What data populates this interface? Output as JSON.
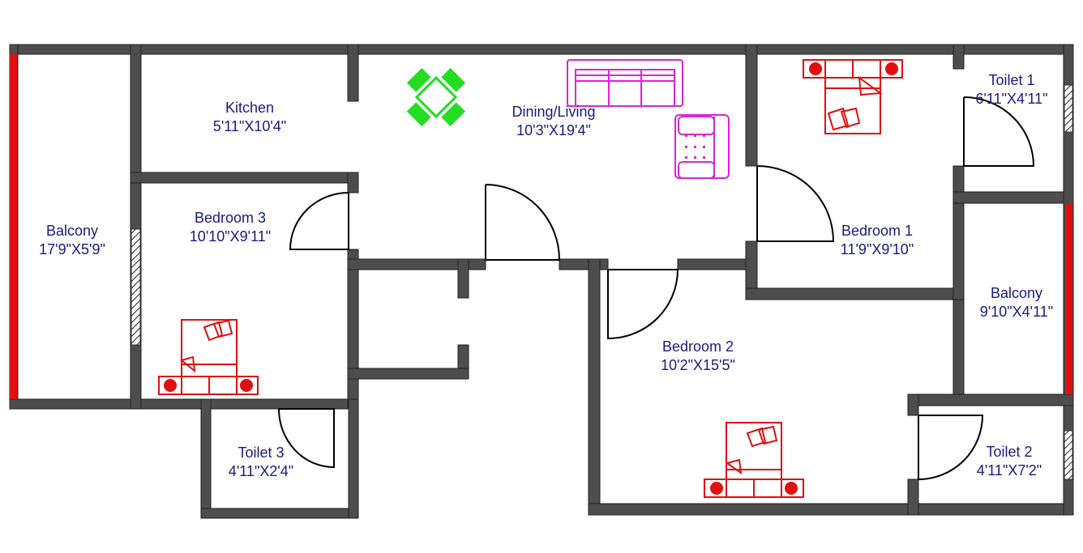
{
  "plan": {
    "wall_color": "#4d4d4d",
    "label_color": "#1a1a80",
    "window_color": "#e01010",
    "bed_color": "#e01010",
    "dining_color": "#22dd22",
    "sofa_color": "#dd22dd"
  },
  "rooms": [
    {
      "id": "kitchen",
      "name": "Kitchen",
      "size": "5'11\"X10'4\""
    },
    {
      "id": "dining",
      "name": "Dining/Living",
      "size": "10'3\"X19'4\""
    },
    {
      "id": "bedroom1",
      "name": "Bedroom 1",
      "size": "11'9\"X9'10\""
    },
    {
      "id": "toilet1",
      "name": "Toilet 1",
      "size": "6'11\"X4'11\""
    },
    {
      "id": "balcony_left",
      "name": "Balcony",
      "size": "17'9\"X5'9\""
    },
    {
      "id": "bedroom3",
      "name": "Bedroom 3",
      "size": "10'10\"X9'11\""
    },
    {
      "id": "balcony_right",
      "name": "Balcony",
      "size": "9'10\"X4'11\""
    },
    {
      "id": "bedroom2",
      "name": "Bedroom 2",
      "size": "10'2\"X15'5\""
    },
    {
      "id": "toilet3",
      "name": "Toilet 3",
      "size": "4'11\"X2'4\""
    },
    {
      "id": "toilet2",
      "name": "Toilet 2",
      "size": "4'11\"X7'2\""
    }
  ]
}
